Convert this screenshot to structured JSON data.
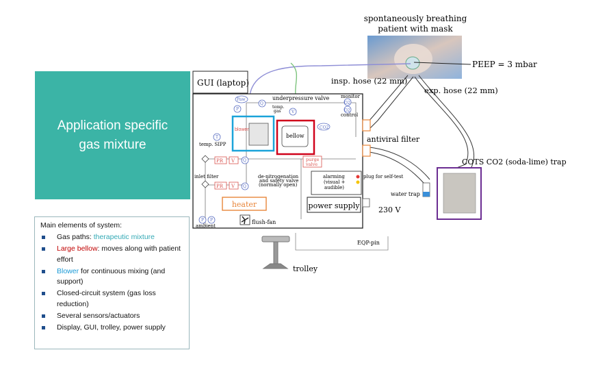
{
  "title_box": {
    "text": "Application specific\ngas mixture"
  },
  "notes": {
    "heading": "Main elements of system:",
    "items": [
      {
        "prefix": "Gas paths: ",
        "highlight": "therapeutic mixture",
        "rest": "",
        "color": "#33a9b5"
      },
      {
        "prefix": "",
        "highlight": "Large bellow",
        "rest": ": moves along with patient effort",
        "color": "#c00000"
      },
      {
        "prefix": "",
        "highlight": "Blower",
        "rest": " for continuous mixing (and support)",
        "color": "#1a9ad6"
      },
      {
        "prefix": "Closed-circuit system (gas loss reduction)",
        "highlight": "",
        "rest": ""
      },
      {
        "prefix": "Several sensors/actuators",
        "highlight": "",
        "rest": ""
      },
      {
        "prefix": "Display, GUI, trolley, power supply",
        "highlight": "",
        "rest": ""
      }
    ]
  },
  "diagram": {
    "patient_label_1": "spontaneously breathing",
    "patient_label_2": "patient with mask",
    "peep": "PEEP = 3 mbar",
    "gui": "GUI (laptop)",
    "insp_hose": "insp. hose (22 mm)",
    "exp_hose": "exp. hose (22 mm)",
    "underpressure": "underpressure valve",
    "monitor": "monitor",
    "o2": "O2",
    "control": "control",
    "temp_gas_1": "temp.",
    "temp_gas_2": "gas",
    "blower": "blower",
    "bellow": "bellow",
    "co2": "CO2",
    "antiviral": "antiviral filter",
    "cots": "COTS CO2 (soda-lime) trap",
    "temp_sipp": "temp. SIPP",
    "inlet_filter": "inlet filter",
    "pr": "PR",
    "v": "V",
    "q": "Q",
    "p": "P",
    "t": "T",
    "paw": "Paw",
    "purge_1": "purge",
    "purge_2": "valve",
    "denitro_1": "de-nitrogenation",
    "denitro_2": "and safety valve",
    "denitro_3": "(normally open)",
    "alarming_1": "alarming",
    "alarming_2": "(visual +",
    "alarming_3": "audible)",
    "plug": "plug for self-test",
    "water_trap": "water trap",
    "heater": "heater",
    "power_supply": "power supply",
    "v230": "230 V",
    "ambient": "ambient",
    "flush_fan": "flush-fan",
    "eqp_pin": "EQP-pin",
    "trolley": "trolley"
  },
  "colors": {
    "teal": "#3bb4a6",
    "blower_box": "#1aa3d9",
    "bellow_box": "#d0021b",
    "trap_box": "#6a2c91",
    "heater": "#e8863a",
    "sensor": "#5b6fc2"
  }
}
